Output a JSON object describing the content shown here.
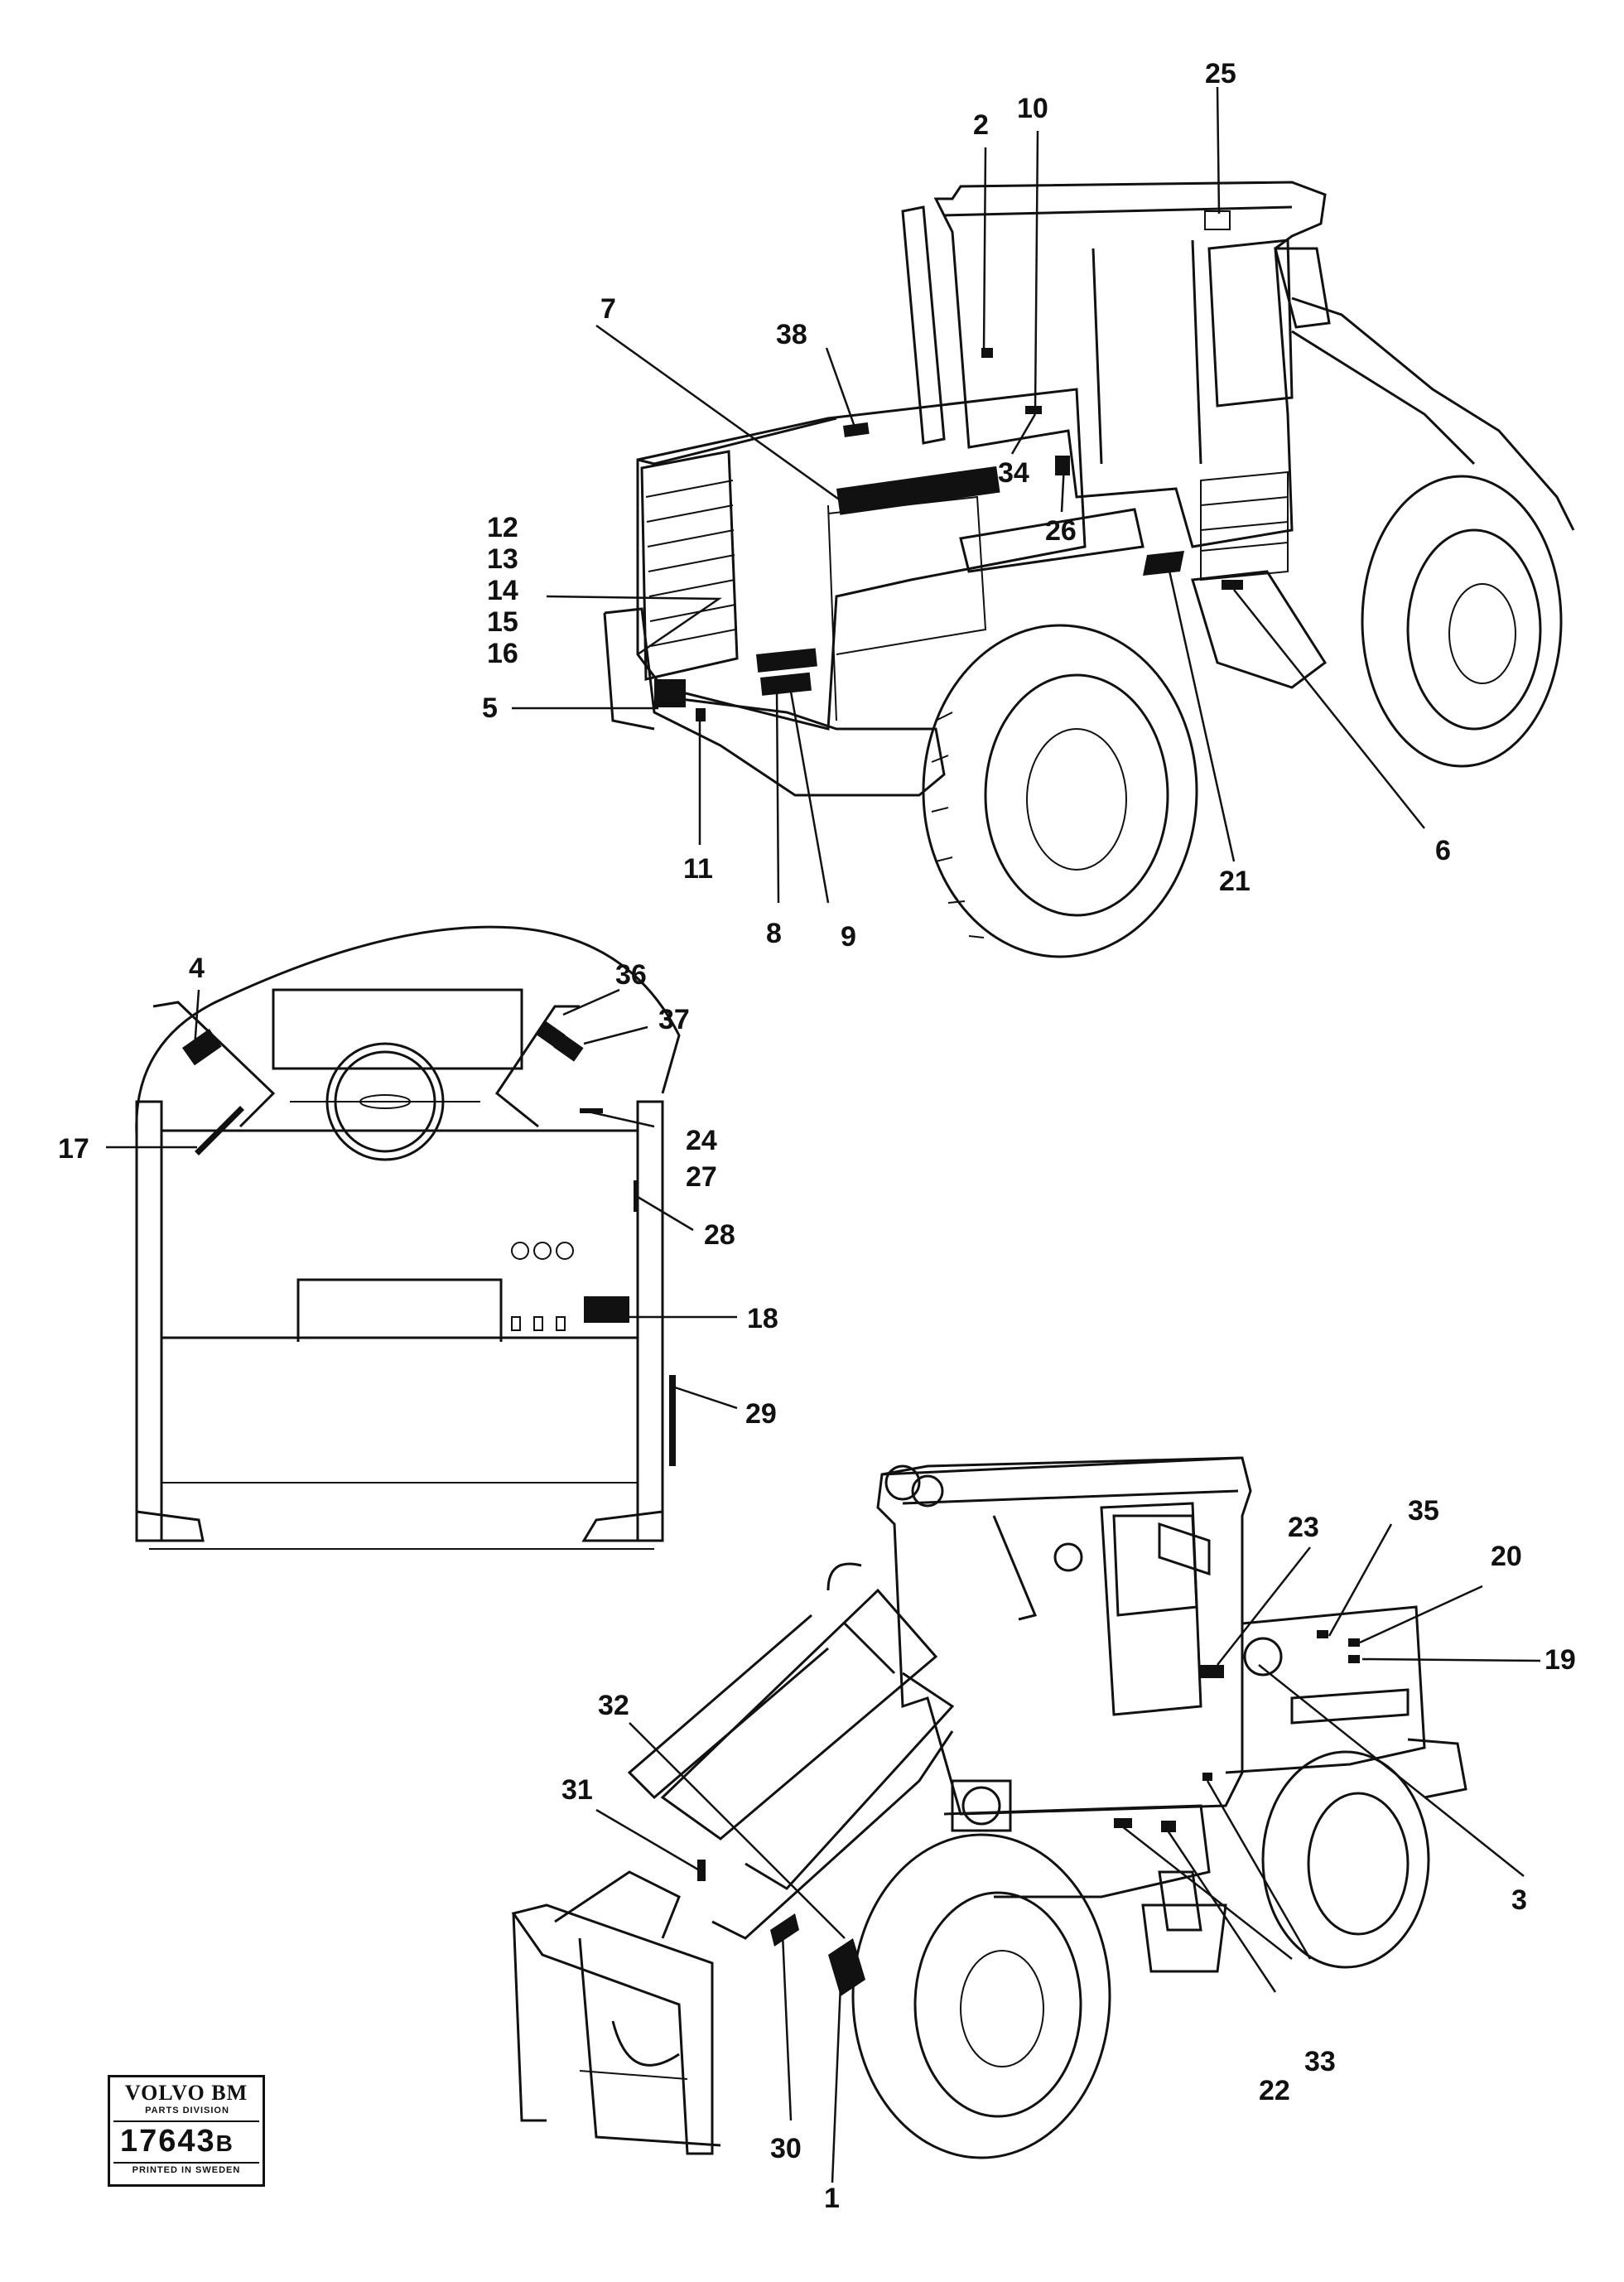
{
  "callouts": [
    "1",
    "2",
    "3",
    "4",
    "5",
    "6",
    "7",
    "8",
    "9",
    "10",
    "11",
    "12",
    "13",
    "14",
    "15",
    "16",
    "17",
    "18",
    "19",
    "20",
    "21",
    "22",
    "23",
    "24",
    "25",
    "26",
    "27",
    "28",
    "29",
    "30",
    "31",
    "32",
    "33",
    "34",
    "35",
    "36",
    "37",
    "38"
  ],
  "logo": {
    "brand": "VOLVO BM",
    "division": "PARTS DIVISION",
    "code": "17643",
    "suffix": "B",
    "printed": "PRINTED IN SWEDEN"
  }
}
